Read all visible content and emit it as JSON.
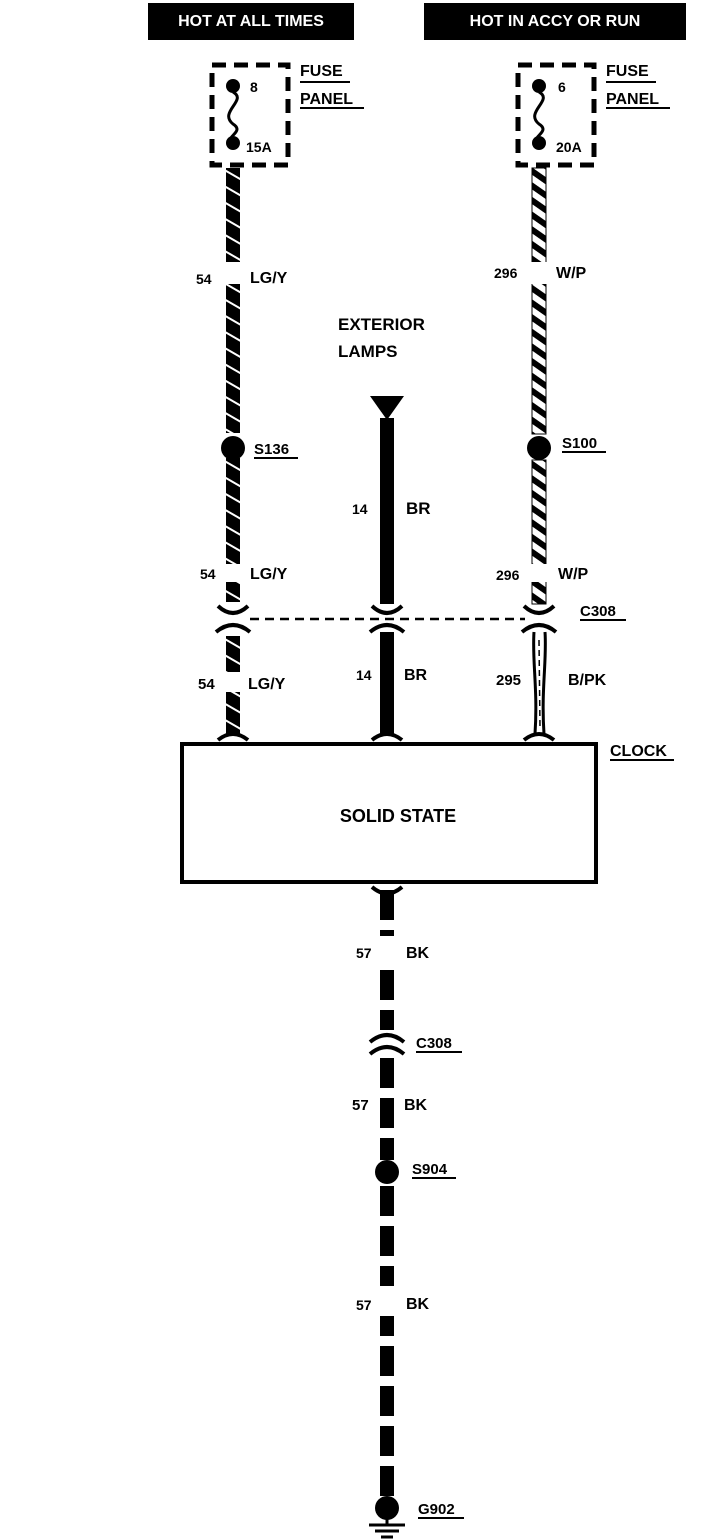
{
  "headers": {
    "left": "HOT AT ALL TIMES",
    "right": "HOT IN ACCY OR RUN"
  },
  "fuse_left": {
    "number": "8",
    "rating": "15A",
    "label_1": "FUSE",
    "label_2": "PANEL"
  },
  "fuse_right": {
    "number": "6",
    "rating": "20A",
    "label_1": "FUSE",
    "label_2": "PANEL"
  },
  "source_center": {
    "line1": "EXTERIOR",
    "line2": "LAMPS"
  },
  "splices": {
    "left": "S136",
    "right": "S100",
    "lower": "S904"
  },
  "connectors": {
    "upper": "C308",
    "lower": "C308"
  },
  "wires": {
    "left_1": {
      "circuit": "54",
      "color": "LG/Y"
    },
    "left_2": {
      "circuit": "54",
      "color": "LG/Y"
    },
    "left_3": {
      "circuit": "54",
      "color": "LG/Y"
    },
    "center_1": {
      "circuit": "14",
      "color": "BR"
    },
    "center_2": {
      "circuit": "14",
      "color": "BR"
    },
    "right_1": {
      "circuit": "296",
      "color": "W/P"
    },
    "right_2": {
      "circuit": "296",
      "color": "W/P"
    },
    "right_3": {
      "circuit": "295",
      "color": "B/PK"
    },
    "ground_1": {
      "circuit": "57",
      "color": "BK"
    },
    "ground_2": {
      "circuit": "57",
      "color": "BK"
    },
    "ground_3": {
      "circuit": "57",
      "color": "BK"
    }
  },
  "component": {
    "name": "CLOCK",
    "body": "SOLID STATE"
  },
  "ground": {
    "label": "G902"
  }
}
